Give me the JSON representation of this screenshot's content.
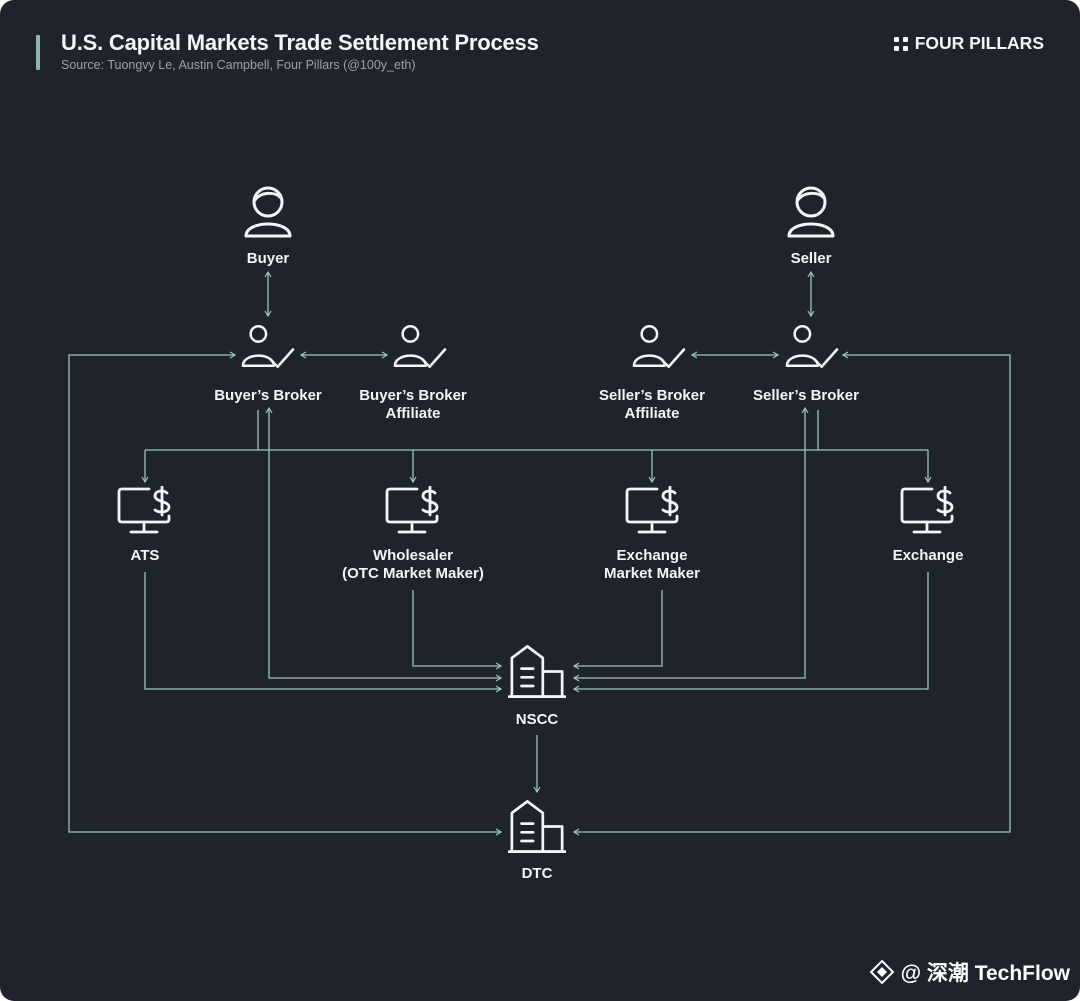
{
  "header": {
    "title": "U.S. Capital Markets Trade Settlement Process",
    "source": "Source: Tuongvy Le, Austin Campbell, Four Pillars (@100y_eth)",
    "brand": "FOUR PILLARS"
  },
  "nodes": {
    "buyer": "Buyer",
    "seller": "Seller",
    "buyers_broker": "Buyer’s Broker",
    "buyers_broker_affiliate_line1": "Buyer’s Broker",
    "buyers_broker_affiliate_line2": "Affiliate",
    "sellers_broker_affiliate_line1": "Seller’s Broker",
    "sellers_broker_affiliate_line2": "Affiliate",
    "sellers_broker": "Seller’s Broker",
    "ats": "ATS",
    "wholesaler_line1": "Wholesaler",
    "wholesaler_line2": "(OTC Market Maker)",
    "exchange_market_maker_line1": "Exchange",
    "exchange_market_maker_line2": "Market Maker",
    "exchange": "Exchange",
    "nscc": "NSCC",
    "dtc": "DTC"
  },
  "watermark": {
    "text": "@ 深潮 TechFlow"
  },
  "colors": {
    "background": "#1f232b",
    "connector": "#9ec4be",
    "text": "#f3f5f7",
    "accent": "#8fb3ad"
  }
}
